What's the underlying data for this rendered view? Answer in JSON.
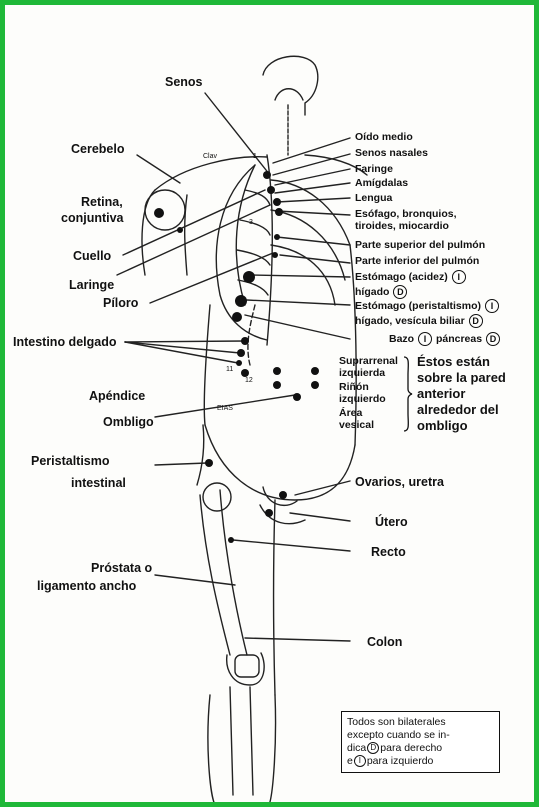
{
  "labels": {
    "senos": "Senos",
    "cerebelo": "Cerebelo",
    "retina": "Retina,",
    "conjuntiva": "conjuntiva",
    "cuello": "Cuello",
    "laringe": "Laringe",
    "piloro": "Píloro",
    "intestino_delgado": "Intestino delgado",
    "apendice": "Apéndice",
    "ombligo": "Ombligo",
    "peristaltismo": "Peristaltismo",
    "intestinal": "intestinal",
    "prostata": "Próstata o",
    "ligamento": "ligamento ancho",
    "oido_medio": "Oído medio",
    "senos_nasales": "Senos nasales",
    "faringe": "Faringe",
    "amigdalas": "Amígdalas",
    "lengua": "Lengua",
    "esofago_1": "Esófago, bronquios,",
    "esofago_2": "tiroides, miocardio",
    "pulmon_sup": "Parte superior del pulmón",
    "pulmon_inf": "Parte inferior del pulmón",
    "estomago_acidez": "Estómago (acidez)",
    "higado_1": "hígado",
    "estomago_perist": "Estómago (peristaltismo)",
    "higado_vesicula": "hígado, vesícula biliar",
    "bazo": "Bazo",
    "pancreas": "páncreas",
    "suprarrenal_1": "Suprarrenal",
    "suprarrenal_2": "izquierda",
    "rinon_1": "Riñón",
    "rinon_2": "izquierdo",
    "area_1": "Área",
    "area_2": "vesical",
    "estos_1": "Éstos están",
    "estos_2": "sobre la pared",
    "estos_3": "anterior",
    "estos_4": "alrededor del",
    "estos_5": "ombligo",
    "ovarios": "Ovarios, uretra",
    "utero": "Útero",
    "recto": "Recto",
    "colon": "Colon",
    "clav": "Clav",
    "eias": "EIAS",
    "rib_1": "1",
    "rib_3": "3",
    "rib_11": "11",
    "rib_12": "12",
    "marker_i": "I",
    "marker_d": "D"
  },
  "note": {
    "line1": "Todos son bilaterales",
    "line2": "excepto cuando se in-",
    "line3a": "dica",
    "line3b": "para derecho",
    "line4a": "e",
    "line4b": "para izquierdo"
  },
  "colors": {
    "border": "#1fb838",
    "ink": "#111111"
  }
}
